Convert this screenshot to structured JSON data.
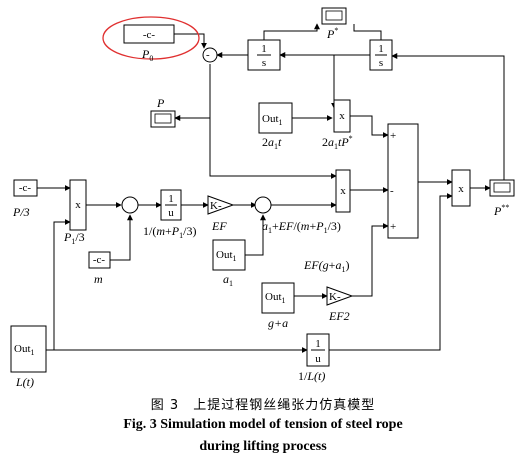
{
  "blocks": {
    "const_c_top": "-c-",
    "const_c_left": "-c-",
    "const_c_m": "-c-",
    "integrator": "1",
    "integrator_den": "s",
    "mult": "x",
    "reciprocal_num": "1",
    "reciprocal_den": "u",
    "gain": "K-",
    "out1": "Out",
    "out1_sub": "1"
  },
  "labels": {
    "P0": "P",
    "P0_sub": "0",
    "Pstar": "P",
    "Pstar_sup": "*",
    "P": "P",
    "two_a1_t": "2",
    "two_a1_t_a": "a",
    "two_a1_t_sub": "1",
    "two_a1_t_t": "t",
    "two_a1_tPstar": "2",
    "two_a1_tPstar_a": "a",
    "two_a1_tPstar_sub": "1",
    "two_a1_tPstar_tP": "tP",
    "two_a1_tPstar_sup": "*",
    "P_over_3": "P/3",
    "P1_over_3_a": "P",
    "P1_over_3_sub": "1",
    "P1_over_3_b": "/3",
    "m": "m",
    "inv_mass_a": "1/(",
    "inv_mass_m": "m",
    "inv_mass_plus": "+",
    "inv_mass_P": "P",
    "inv_mass_sub": "1",
    "inv_mass_end": "/3)",
    "EF": "EF",
    "a1_a": "a",
    "a1_sub": "1",
    "acc_a": "a",
    "acc_sub1": "1",
    "acc_mid": "+",
    "acc_EF": "EF",
    "acc_slash": "/(",
    "acc_m": "m",
    "acc_plus": "+",
    "acc_P": "P",
    "acc_sub2": "1",
    "acc_end": "/3)",
    "EFg_a": "EF(",
    "EFg_g": "g",
    "EFg_plus": "+",
    "EFg_a1": "a",
    "EFg_sub": "1",
    "EFg_end": ")",
    "g_plus_a": "g+a",
    "EF2": "EF2",
    "Pss": "P",
    "Pss_sup": "**",
    "L_t": "L(t)",
    "inv_L_a": "1/",
    "inv_L_L": "L(t)"
  },
  "caption": {
    "cn": "图 3　上提过程钢丝绳张力仿真模型",
    "en_line1": "Fig. 3    Simulation model of tension of steel rope",
    "en_line2": "during lifting process"
  }
}
